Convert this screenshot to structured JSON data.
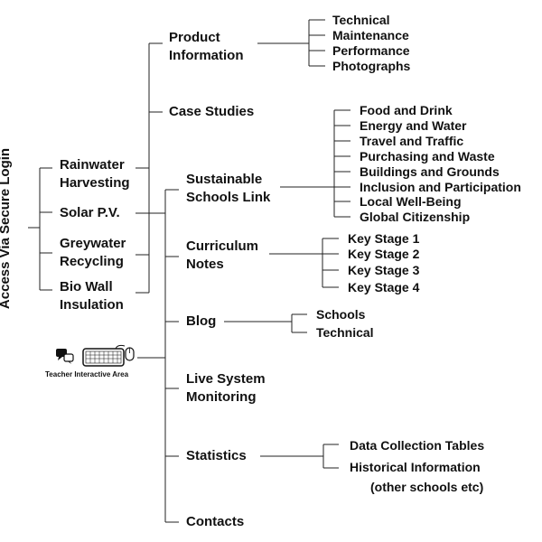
{
  "side_label": "Access Via Secure Login",
  "teacher_area_label": "Teacher Interactive Area",
  "left_items": [
    [
      "Rainwater",
      "Harvesting"
    ],
    [
      "Solar P.V."
    ],
    [
      "Greywater",
      "Recycling"
    ],
    [
      "Bio Wall",
      "Insulation"
    ]
  ],
  "top_branch": {
    "product_info": [
      "Product",
      "Information"
    ],
    "product_children": [
      "Technical",
      "Maintenance",
      "Performance",
      "Photographs"
    ],
    "case_studies": "Case Studies"
  },
  "main_branch": {
    "sustainable": [
      "Sustainable",
      "Schools Link"
    ],
    "sustainable_children": [
      "Food and Drink",
      "Energy and Water",
      "Travel and Traffic",
      "Purchasing and Waste",
      "Buildings and Grounds",
      "Inclusion and Participation",
      "Local Well-Being",
      "Global Citizenship"
    ],
    "curriculum": [
      "Curriculum",
      "Notes"
    ],
    "curriculum_children": [
      "Key Stage 1",
      "Key Stage 2",
      "Key Stage 3",
      "Key Stage 4"
    ],
    "blog": "Blog",
    "blog_children": [
      "Schools",
      "Technical"
    ],
    "live": [
      "Live System",
      "Monitoring"
    ],
    "statistics": "Statistics",
    "statistics_children": [
      "Data Collection Tables",
      "Historical Information",
      "(other schools etc)"
    ],
    "contacts": "Contacts"
  }
}
